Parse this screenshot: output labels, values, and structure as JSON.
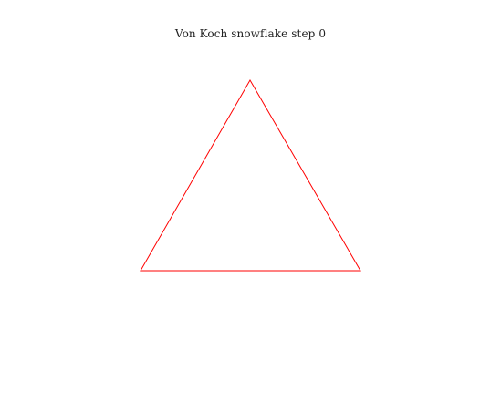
{
  "title": "Von Koch snowflake step 0",
  "snowflake": {
    "step": 0,
    "shape": "equilateral-triangle",
    "stroke_color": "#ff0000",
    "background_color": "#ffffff"
  }
}
